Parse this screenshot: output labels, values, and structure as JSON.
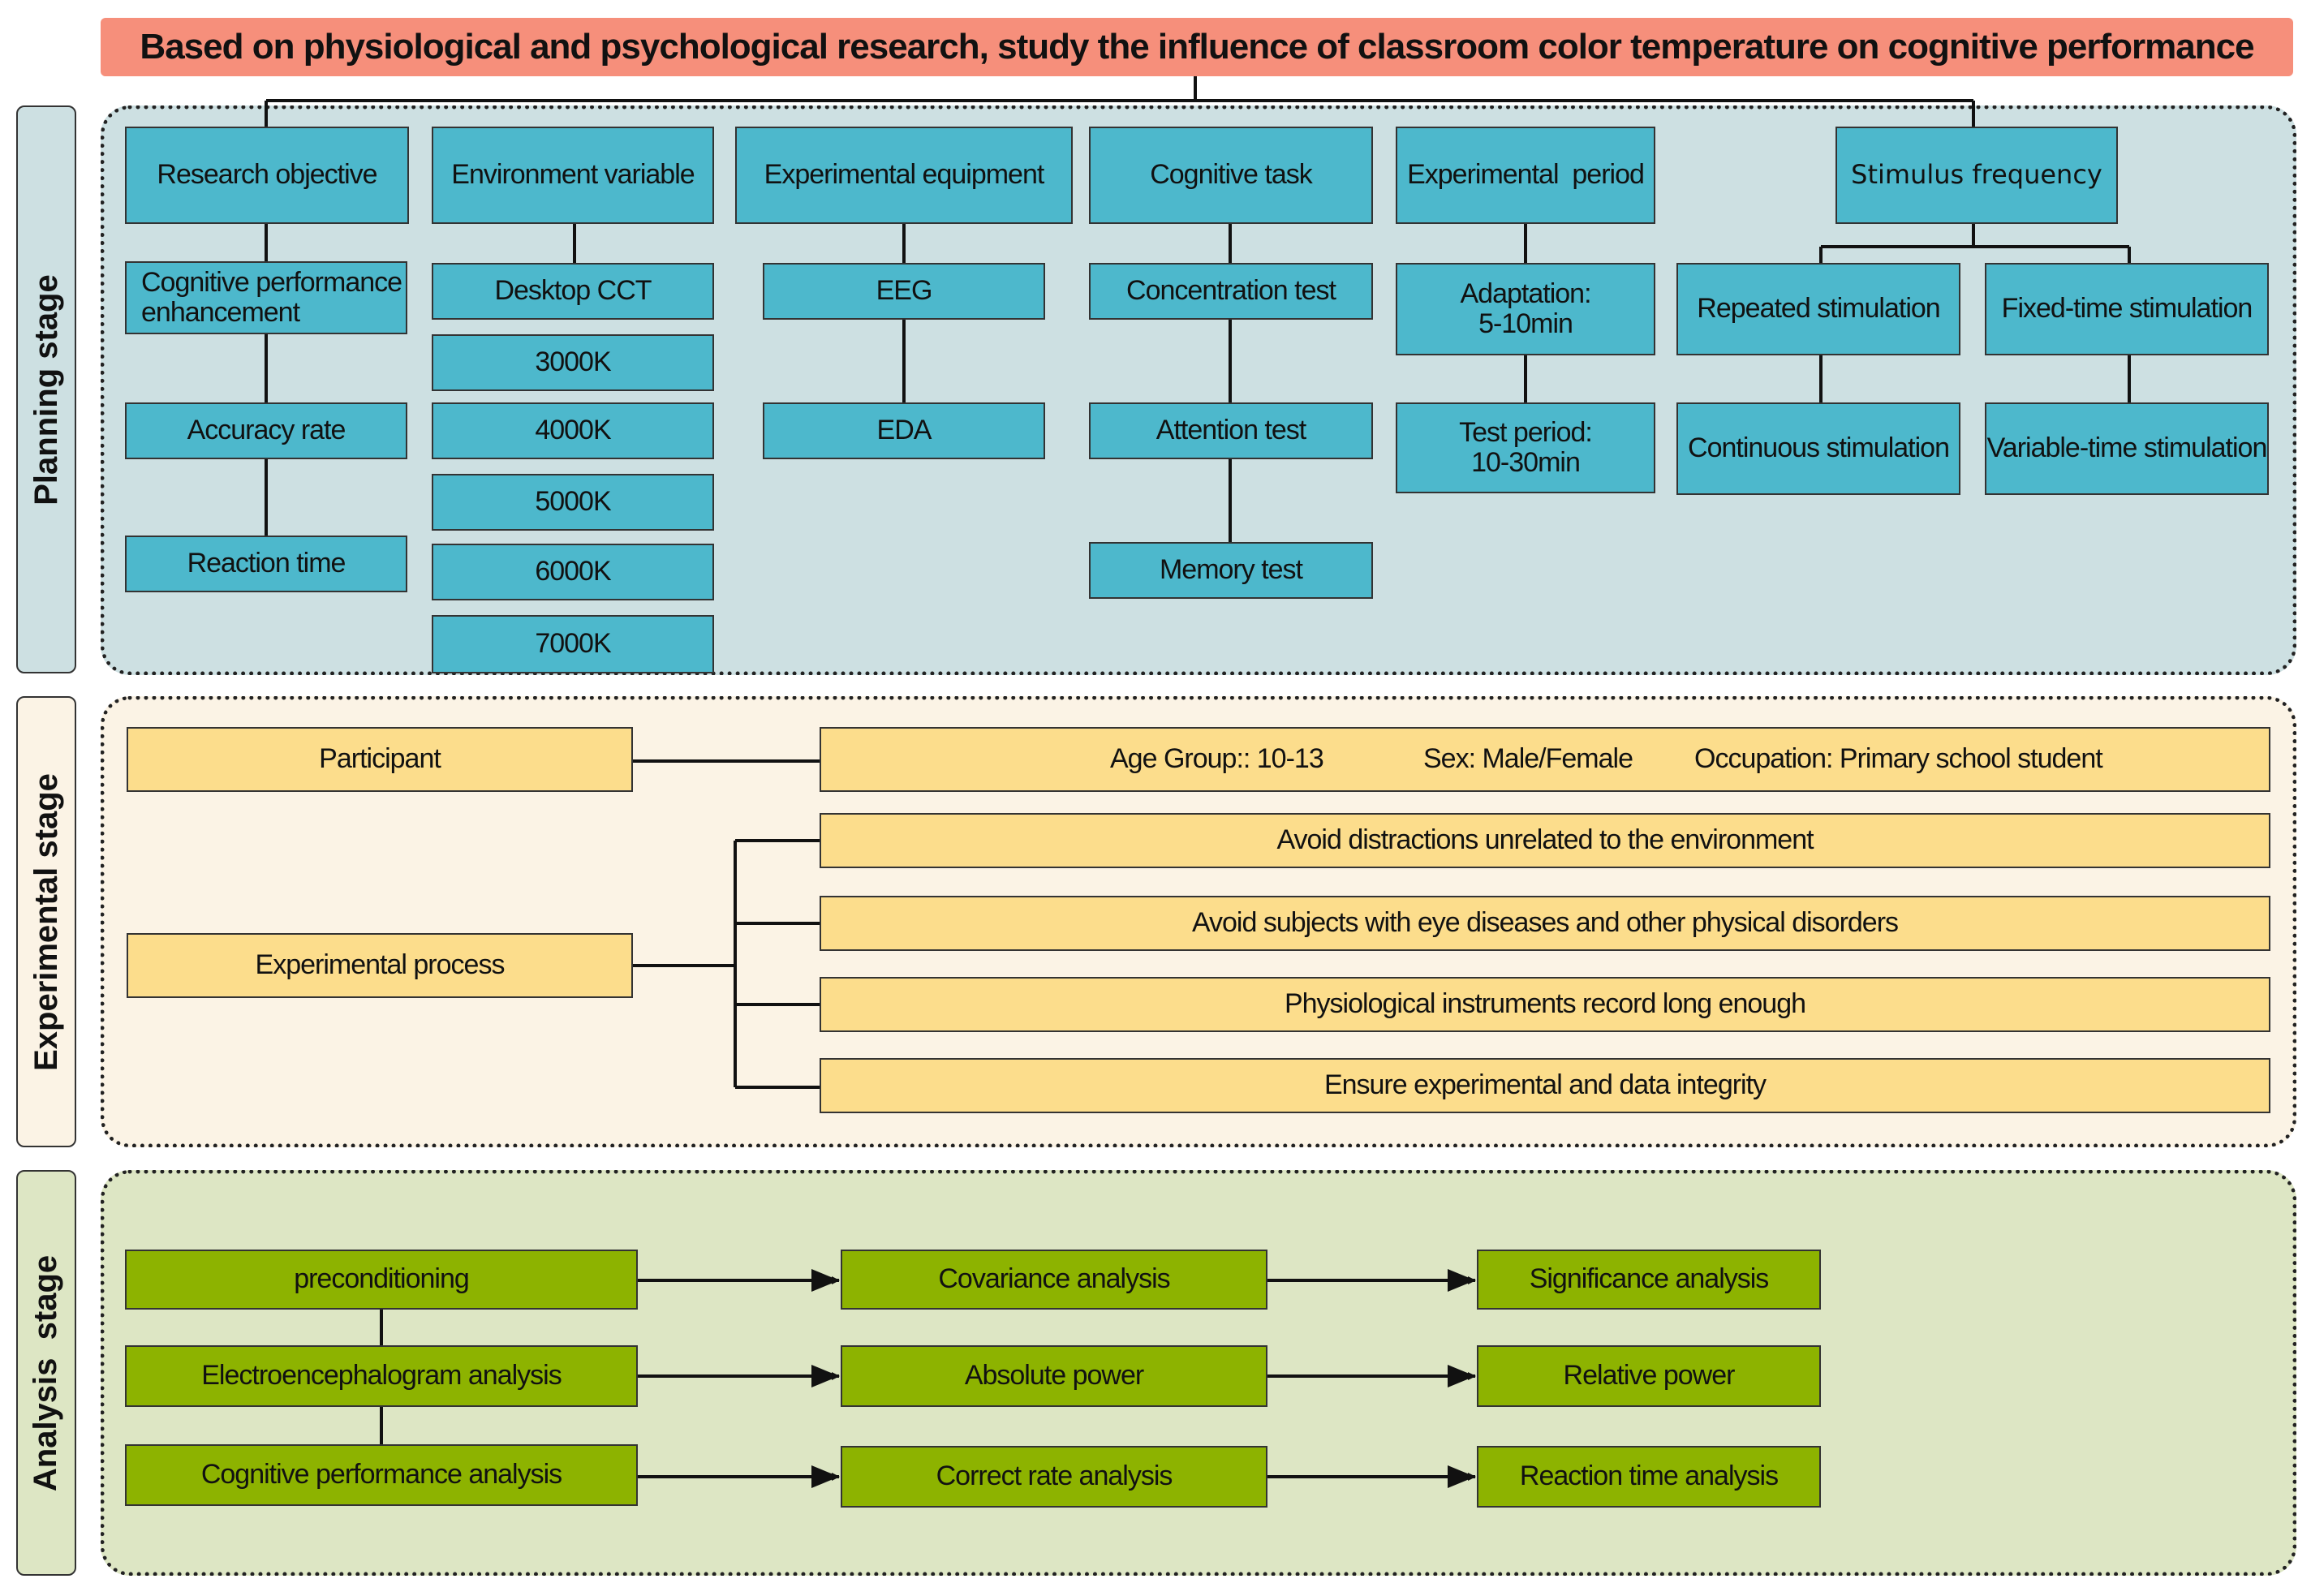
{
  "title": "Based on physiological and psychological research, study the influence of classroom color temperature on cognitive performance",
  "stages": {
    "planning": "Planning stage",
    "experimental": "Experimental stage",
    "analysis": "Analysis  stage"
  },
  "planning": {
    "research_objective": {
      "header": "Research objective",
      "items": [
        "Cognitive performance enhancement",
        "Accuracy rate",
        "Reaction time"
      ]
    },
    "environment_variable": {
      "header": "Environment variable",
      "items": [
        "Desktop CCT",
        "3000K",
        "4000K",
        "5000K",
        "6000K",
        "7000K"
      ]
    },
    "experimental_equipment": {
      "header": "Experimental equipment",
      "items": [
        "EEG",
        "EDA"
      ]
    },
    "cognitive_task": {
      "header": "Cognitive task",
      "items": [
        "Concentration test",
        "Attention test",
        "Memory test"
      ]
    },
    "experimental_period": {
      "header": "Experimental  period",
      "items": [
        "Adaptation:\n5-10min",
        "Test period:\n10-30min"
      ]
    },
    "stimulus_frequency": {
      "header": "Stimulus frequency",
      "items": [
        "Repeated stimulation",
        "Continuous stimulation",
        "Fixed-time stimulation",
        "Variable-time stimulation"
      ]
    }
  },
  "experimental": {
    "participant": {
      "label": "Participant",
      "age": "Age Group:: 10-13",
      "sex": "Sex: Male/Female",
      "occupation": "Occupation: Primary school student"
    },
    "process": {
      "label": "Experimental process",
      "items": [
        "Avoid distractions unrelated to the environment",
        "Avoid subjects with eye diseases and other physical disorders",
        "Physiological instruments record long enough",
        "Ensure experimental and data integrity"
      ]
    }
  },
  "analysis": {
    "rows": [
      [
        "preconditioning",
        "Covariance analysis",
        "Significance analysis"
      ],
      [
        "Electroencephalogram analysis",
        "Absolute power",
        "Relative power"
      ],
      [
        "Cognitive performance analysis",
        "Correct rate analysis",
        "Reaction time analysis"
      ]
    ]
  },
  "colors": {
    "title": "#f68f7b",
    "planning_bg": "#cde0e2",
    "experimental_bg": "#fbf3e5",
    "analysis_bg": "#dde6c4",
    "blue_box": "#4db8cc",
    "yellow_box": "#fcdd8c",
    "green_box": "#8db300"
  }
}
